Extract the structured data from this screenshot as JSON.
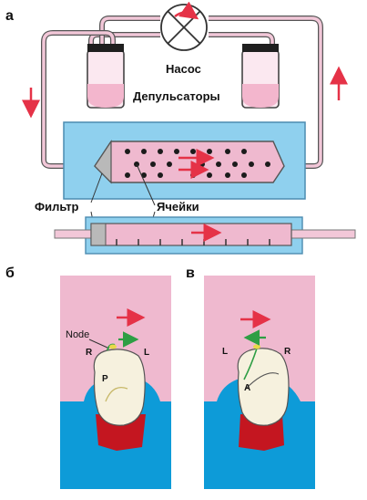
{
  "panels": {
    "a": "а",
    "b": "б",
    "v": "в"
  },
  "labels": {
    "pump": "Насос",
    "depulsators": "Депульсаторы",
    "filter": "Фильтр",
    "cells": "Ячейки",
    "node": "Node",
    "b_left": "R",
    "b_right": "L",
    "b_pole": "P",
    "v_left": "L",
    "v_right": "R",
    "v_pole": "A"
  },
  "colors": {
    "tube_pink": "#f2c7d8",
    "chamber_blue": "#8fd0ee",
    "channel_pink": "#efb9cf",
    "cell_blue": "#0d9bd8",
    "arrow_red": "#e53247",
    "arrow_green": "#2e9e44",
    "blood_red": "#c41620",
    "cell_cream": "#f6f1de"
  }
}
